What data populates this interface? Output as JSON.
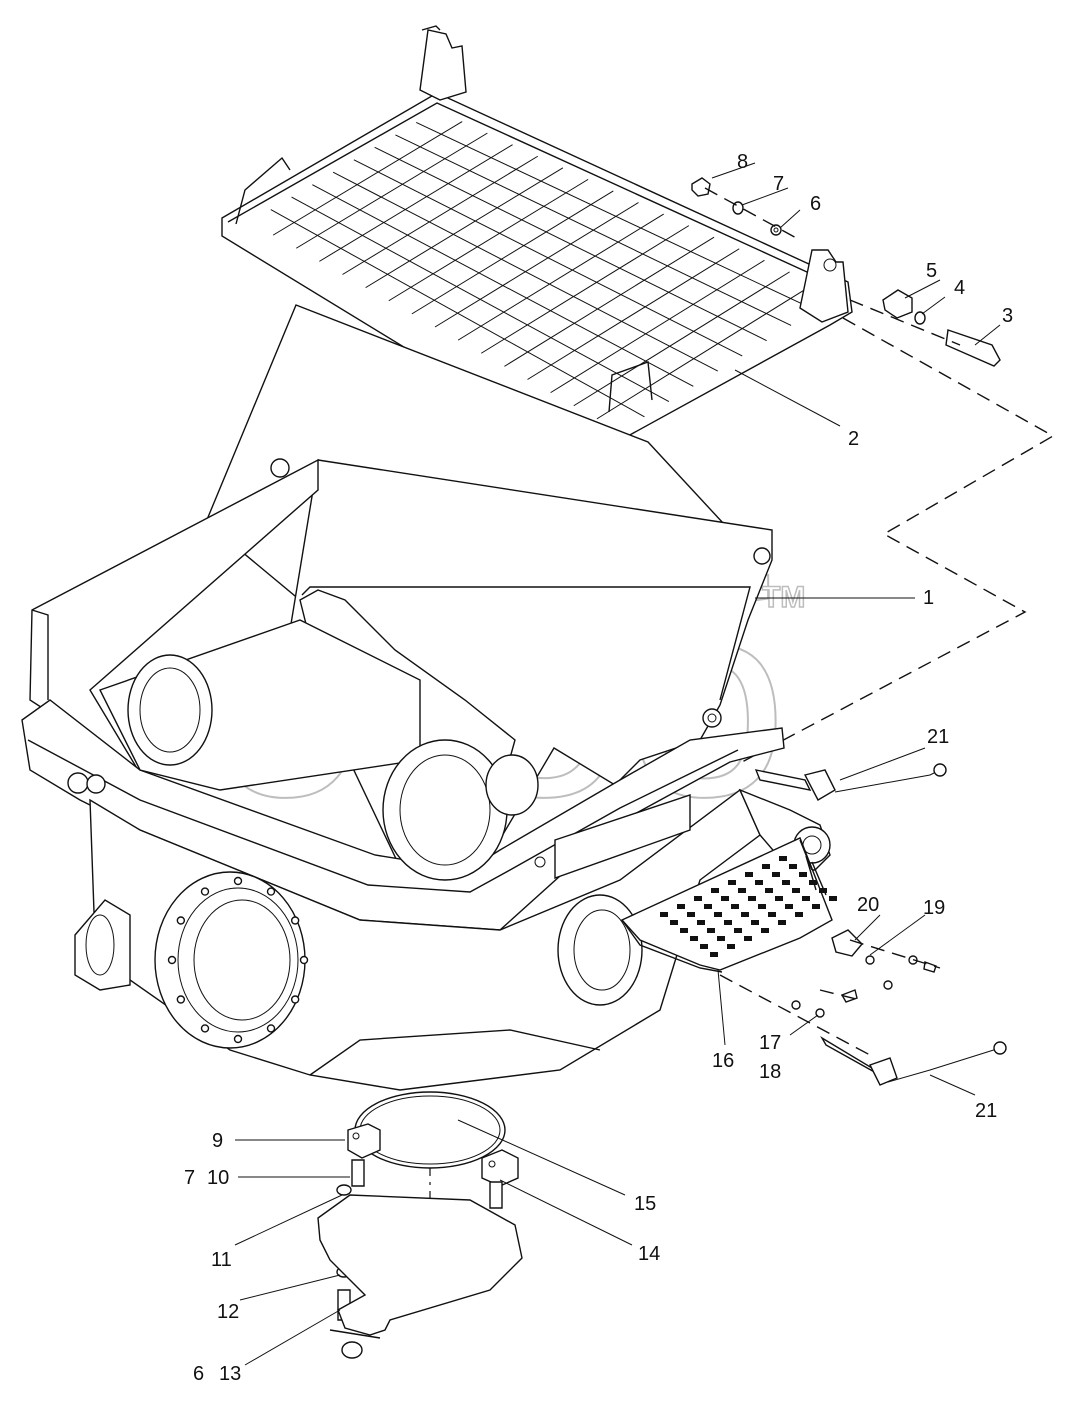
{
  "watermark": {
    "text": "эгеб",
    "trademark": "TM"
  },
  "callouts": [
    {
      "id": "c8",
      "text": "8"
    },
    {
      "id": "c7a",
      "text": "7"
    },
    {
      "id": "c6a",
      "text": "6"
    },
    {
      "id": "c5",
      "text": "5"
    },
    {
      "id": "c4",
      "text": "4"
    },
    {
      "id": "c3",
      "text": "3"
    },
    {
      "id": "c2",
      "text": "2"
    },
    {
      "id": "c1",
      "text": "1"
    },
    {
      "id": "c21a",
      "text": "21"
    },
    {
      "id": "c20",
      "text": "20"
    },
    {
      "id": "c19",
      "text": "19"
    },
    {
      "id": "c16",
      "text": "16"
    },
    {
      "id": "c17",
      "text": "17"
    },
    {
      "id": "c18",
      "text": "18"
    },
    {
      "id": "c21b",
      "text": "21"
    },
    {
      "id": "c9",
      "text": "9"
    },
    {
      "id": "c7b",
      "text": "7"
    },
    {
      "id": "c10",
      "text": "10"
    },
    {
      "id": "c15",
      "text": "15"
    },
    {
      "id": "c14",
      "text": "14"
    },
    {
      "id": "c11",
      "text": "11"
    },
    {
      "id": "c12",
      "text": "12"
    },
    {
      "id": "c6b",
      "text": "6"
    },
    {
      "id": "c13",
      "text": "13"
    }
  ]
}
